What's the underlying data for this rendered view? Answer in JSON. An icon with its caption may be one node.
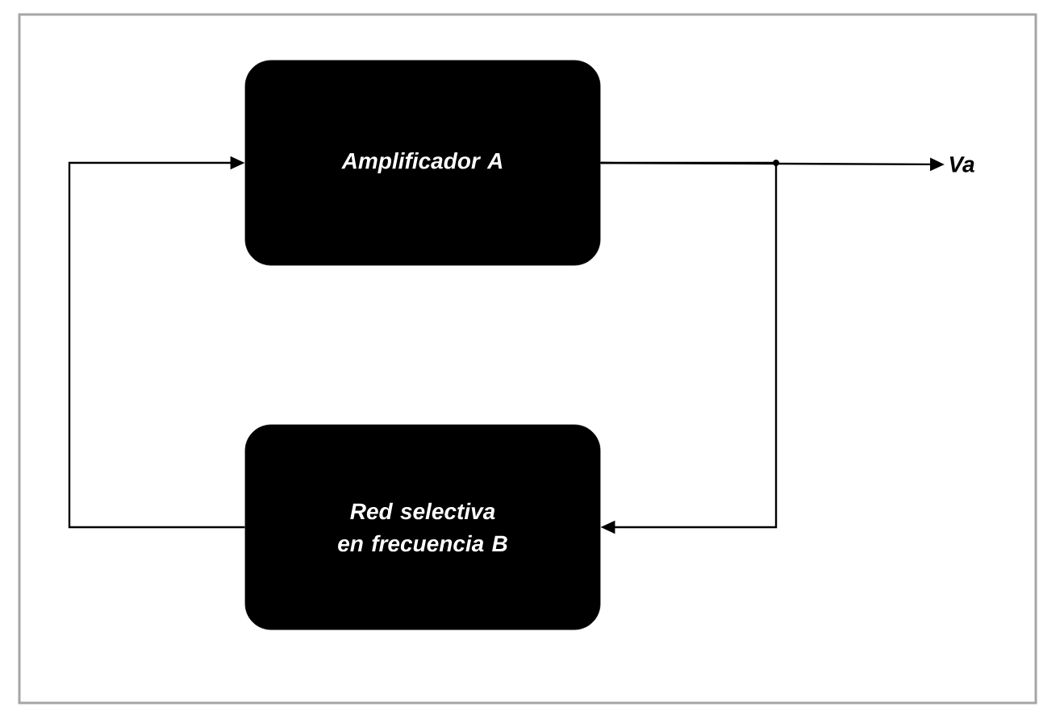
{
  "diagram": {
    "nodes": [
      {
        "text": [
          "Amplificador A"
        ]
      },
      {
        "text": [
          "Red selectiva en frecuencia B"
        ]
      },
      {
        "text": [
          "Va"
        ]
      }
    ],
    "edges": [
      {
        "from": 0,
        "to": 2,
        "arrow": "to"
      },
      {
        "from": 0,
        "to": 1,
        "arrow": "to"
      },
      {
        "from": 1,
        "to": 0,
        "arrow": "to"
      }
    ]
  }
}
